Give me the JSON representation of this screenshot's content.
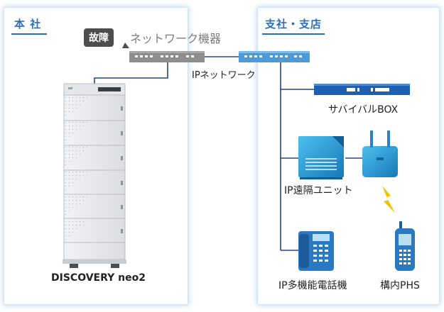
{
  "headquarters": {
    "title": "本 社"
  },
  "branch": {
    "title": "支社・支店"
  },
  "fault_badge": "故障",
  "network_device_label": "ネットワーク機器",
  "ip_network_label": "IPネットワーク",
  "server_label": "DISCOVERY neo2",
  "survival_box_label": "サバイバルBOX",
  "ip_remote_unit_label": "IP遠隔ユニット",
  "ip_phone_label": "IP多機能電話機",
  "phs_label": "構内PHS",
  "colors": {
    "accent_blue": "#2a6fb8",
    "panel_border": "#cfe3f3",
    "faulty_device_gray": "#8e8e8e",
    "line_navy": "#24477a",
    "lightning_yellow": "#f2c200"
  }
}
